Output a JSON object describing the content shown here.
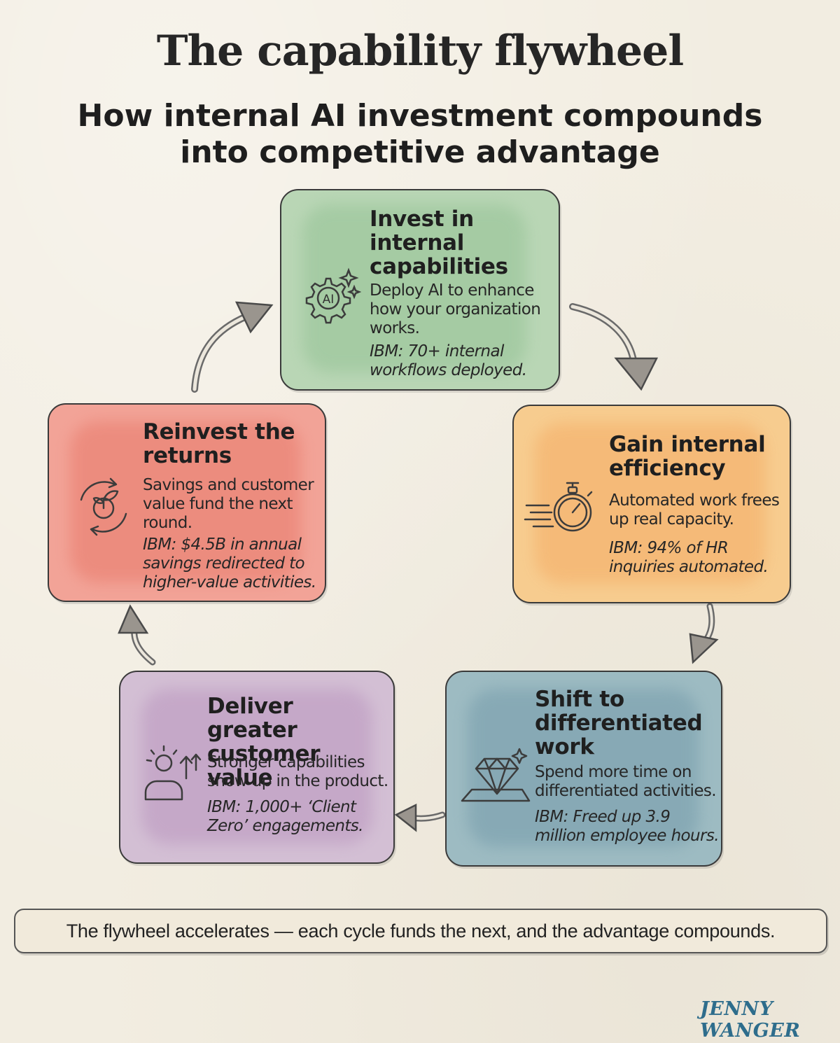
{
  "title": "The capability flywheel",
  "subtitle": "How internal AI investment compounds into competitive advantage",
  "colors": {
    "invest": "#a9cfa9",
    "efficiency": "#f6c27a",
    "shift": "#8eaeb7",
    "deliver": "#c6abc8",
    "reinvest": "#ef9488",
    "signature": "#2e6d8c"
  },
  "steps": {
    "invest": {
      "heading": "Invest in internal capabilities",
      "icon": "ai-gear-icon",
      "icon_label": "AI",
      "description": "Deploy AI to enhance how your organization works.",
      "stat": "IBM: 70+ internal workflows deployed."
    },
    "efficiency": {
      "heading": "Gain internal efficiency",
      "icon": "stopwatch-icon",
      "description": "Automated work frees up real capacity.",
      "stat": "IBM: 94% of HR inquiries automated."
    },
    "shift": {
      "heading": "Shift to differentiated work",
      "icon": "diamond-icon",
      "description": "Spend more time on differentiated activities.",
      "stat": "IBM: Freed up 3.9 million employee hours."
    },
    "deliver": {
      "heading": "Deliver greater customer value",
      "icon": "person-growth-icon",
      "description": "Stronger capabilities show up in the product.",
      "stat": "IBM: 1,000+ ‘Client Zero’ engagements."
    },
    "reinvest": {
      "heading": "Reinvest the returns",
      "icon": "recycle-seedling-icon",
      "description": "Savings and customer value fund the next round.",
      "stat": "IBM: $4.5B in annual savings redirected to higher-value activities."
    }
  },
  "footer": "The flywheel accelerates — each cycle funds the next, and the advantage compounds.",
  "signature": "JENNY WANGER"
}
